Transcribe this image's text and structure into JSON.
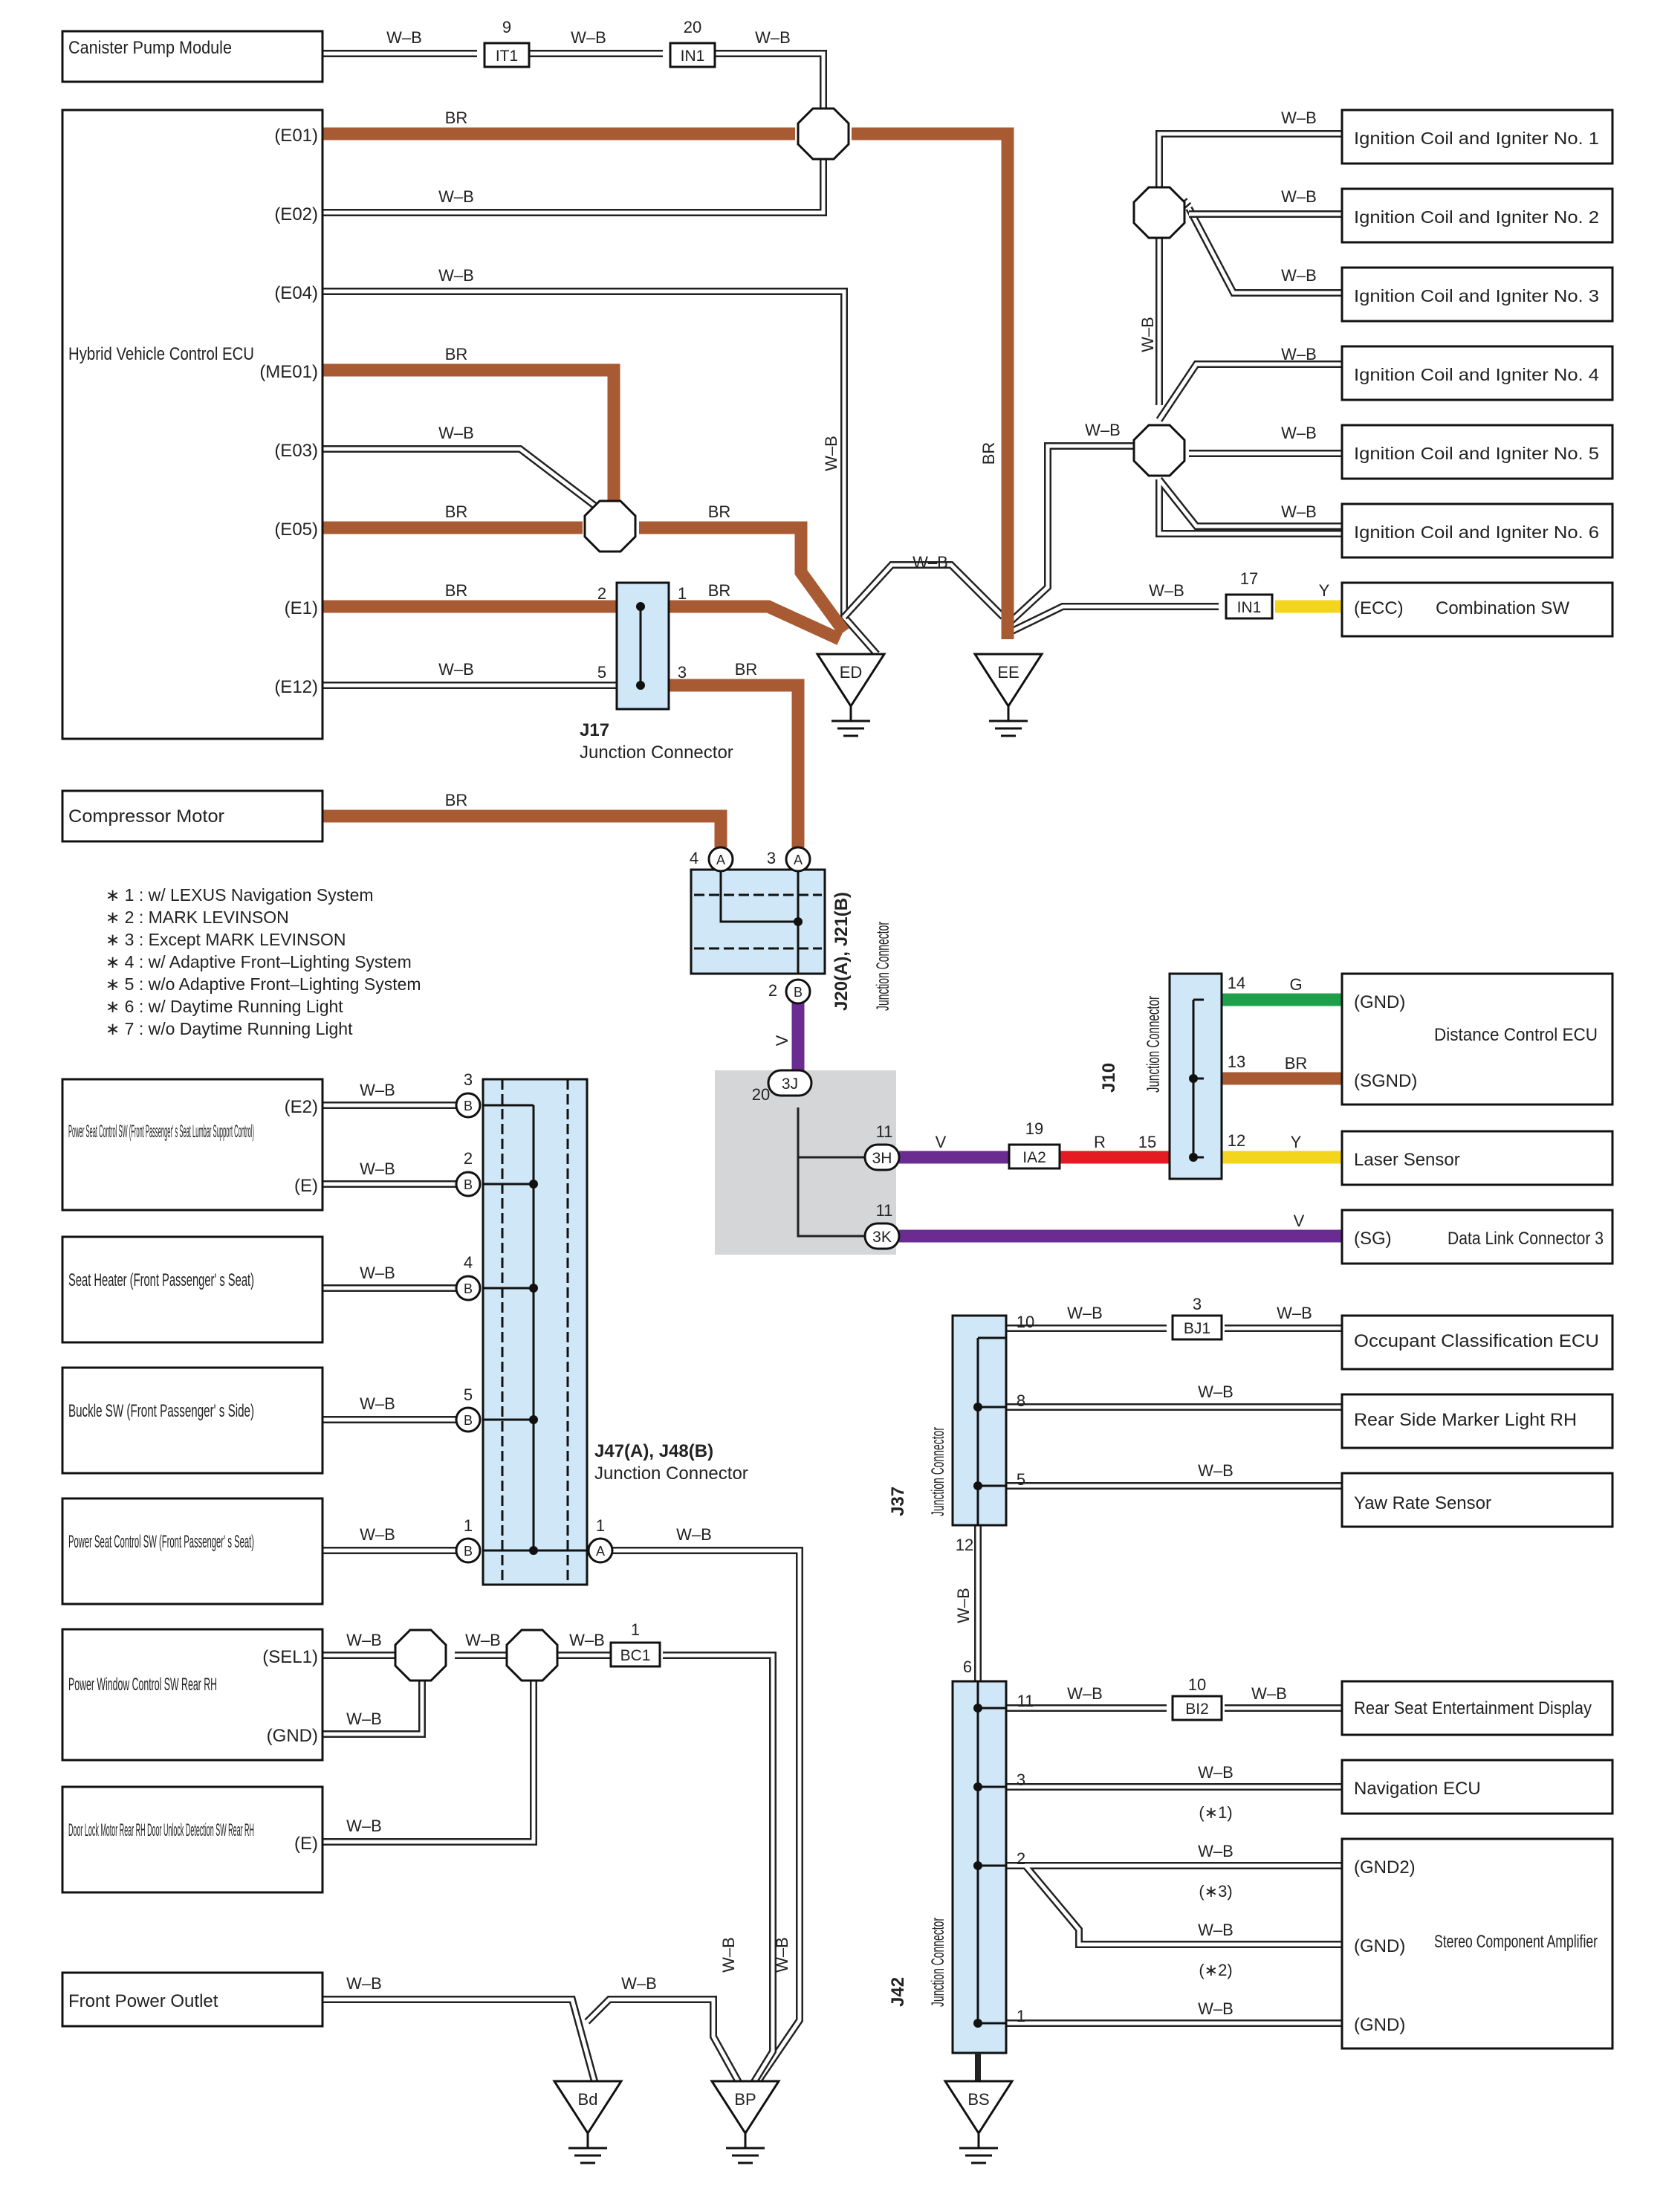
{
  "components": {
    "canister_pump": "Canister Pump Module",
    "hv_ecu": "Hybrid Vehicle Control ECU",
    "ecu_pins": [
      "(E01)",
      "(E02)",
      "(E04)",
      "(ME01)",
      "(E03)",
      "(E05)",
      "(E1)",
      "(E12)"
    ],
    "compressor": "Compressor Motor",
    "coils": [
      "Ignition Coil and Igniter No. 1",
      "Ignition Coil and Igniter No. 2",
      "Ignition Coil and Igniter No. 3",
      "Ignition Coil and Igniter No. 4",
      "Ignition Coil and Igniter No. 5",
      "Ignition Coil and Igniter No. 6"
    ],
    "combination_sw": "Combination SW",
    "combination_pin": "(ECC)",
    "distance_ecu": "Distance Control ECU",
    "distance_pins": [
      "(GND)",
      "(SGND)"
    ],
    "laser_sensor": "Laser Sensor",
    "dlc3": "Data Link Connector 3",
    "dlc3_pin": "(SG)",
    "occupant_ecu": "Occupant Classification ECU",
    "rear_marker": "Rear Side Marker Light RH",
    "yaw_sensor": "Yaw Rate Sensor",
    "power_seat_sw": "Power Seat Control SW (Front Passenger' s Seat Lumbar Support Control)",
    "power_seat_pins": [
      "(E2)",
      "(E)"
    ],
    "seat_heater": "Seat Heater (Front Passenger' s Seat)",
    "buckle_sw": "Buckle SW (Front Passenger' s Side)",
    "power_seat_sw2": "Power Seat Control SW (Front Passenger' s Seat)",
    "pw_sw": "Power Window Control SW Rear RH",
    "pw_pins": [
      "(SEL1)",
      "(GND)"
    ],
    "door_lock": "Door Lock Motor Rear RH Door Unlock Detection SW Rear RH",
    "door_pin": "(E)",
    "front_outlet": "Front Power Outlet",
    "rear_display": "Rear Seat Entertainment Display",
    "nav_ecu": "Navigation ECU",
    "stereo_amp": "Stereo Component Amplifier",
    "stereo_pins": [
      "(GND2)",
      "(GND)",
      "(GND)"
    ]
  },
  "junctions": {
    "j17": "J17",
    "j17_sub": "Junction Connector",
    "j20": "J20(A), J21(B)",
    "j20_sub": "Junction Connector",
    "j10": "J10",
    "j10_sub": "Junction Connector",
    "j47": "J47(A), J48(B)",
    "j47_sub": "Junction Connector",
    "j37": "J37",
    "j37_sub": "Junction Connector",
    "j42": "J42",
    "j42_sub": "Junction Connector"
  },
  "grounds": [
    "ED",
    "EE",
    "Bd",
    "BP",
    "BS"
  ],
  "connectors": [
    "IT1",
    "IN1",
    "IN1",
    "IA2",
    "BJ1",
    "BC1",
    "BI2",
    "3J",
    "3H",
    "3K"
  ],
  "wire_colors": {
    "WB": "W–B",
    "BR": "BR",
    "V": "V",
    "R": "R",
    "G": "G",
    "Y": "Y"
  },
  "notes": [
    "∗ 1 : w/ LEXUS Navigation System",
    "∗ 2 : MARK LEVINSON",
    "∗ 3 : Except MARK LEVINSON",
    "∗ 4 : w/ Adaptive Front–Lighting System",
    "∗ 5 : w/o Adaptive Front–Lighting System",
    "∗ 6 : w/ Daytime Running Light",
    "∗ 7 : w/o Daytime Running Light"
  ],
  "conditions": [
    "(∗1)",
    "(∗3)",
    "(∗2)"
  ],
  "palette": {
    "brown": "#a85a32",
    "violet": "#6b2c91",
    "red": "#e31b23",
    "green": "#1ea04a",
    "yellow": "#f2d51c",
    "junction": "#cfe7f7",
    "shade": "#d4d6d8"
  }
}
